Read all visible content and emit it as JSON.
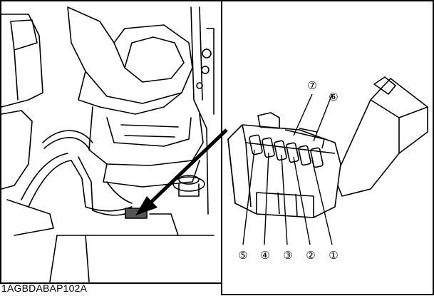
{
  "figure": {
    "caption": "1AGBDABAP102A",
    "callouts": [
      {
        "id": "1",
        "label": "①"
      },
      {
        "id": "2",
        "label": "②"
      },
      {
        "id": "3",
        "label": "③"
      },
      {
        "id": "4",
        "label": "④"
      },
      {
        "id": "5",
        "label": "⑤"
      },
      {
        "id": "6",
        "label": "⑥"
      },
      {
        "id": "7",
        "label": "⑦"
      }
    ]
  }
}
